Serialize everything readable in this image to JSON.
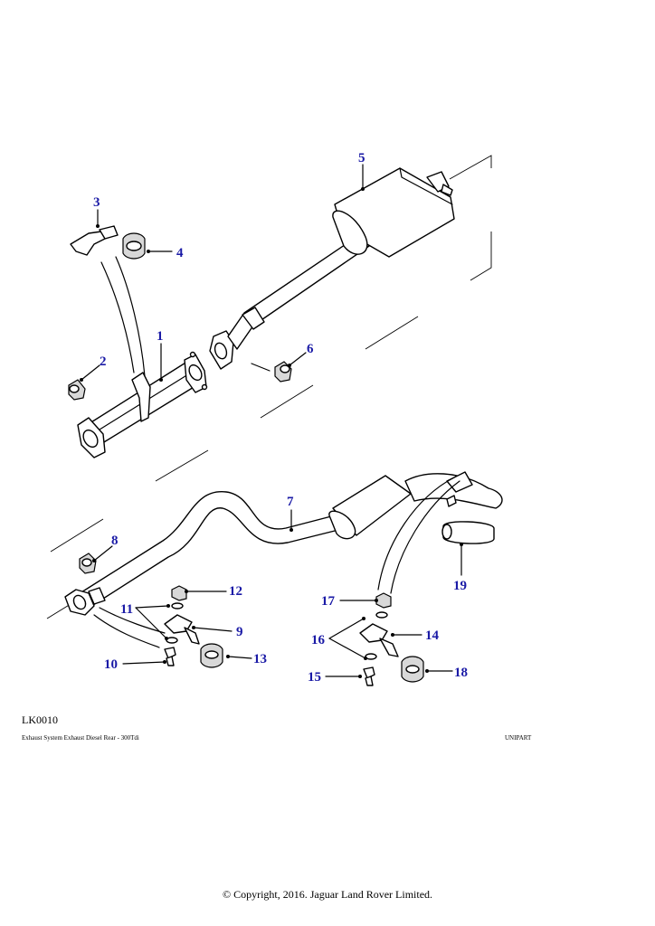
{
  "diagram": {
    "code": "LK0010",
    "caption": "Exhaust System Exhaust Diesel Rear - 300Tdi",
    "brand": "UNIPART",
    "copyright": "© Copyright, 2016. Jaguar Land Rover Limited.",
    "callouts": [
      "1",
      "2",
      "3",
      "4",
      "5",
      "6",
      "7",
      "8",
      "9",
      "10",
      "11",
      "12",
      "13",
      "14",
      "15",
      "16",
      "17",
      "18",
      "19"
    ]
  }
}
